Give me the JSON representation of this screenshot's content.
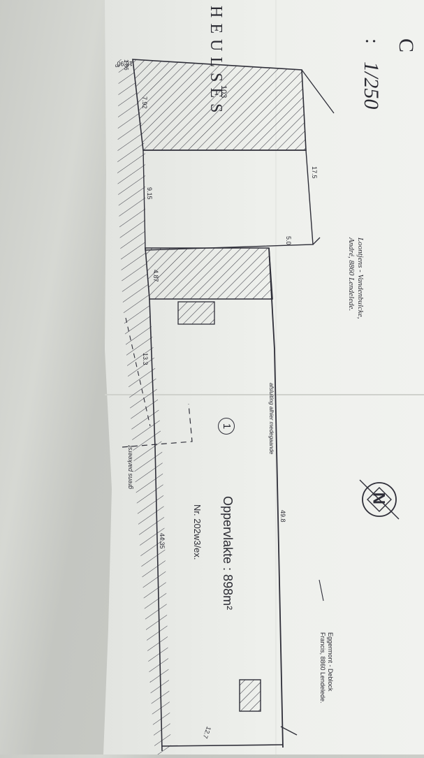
{
  "sheet": {
    "letter": "C",
    "scale_prefix": ":",
    "scale": "1/250",
    "street_name": "HEULSES",
    "owner_top": "Loontjens - Vandenbulcke,\nAndré, 8860 Lendelede.",
    "owner_bottom": "Eggermont - Deblock\nFrancis, 8860 Lendelede.",
    "parcel_number": "1",
    "area_label": "Oppervlakte : 898m²",
    "reference": "Nr. 202w3/ex.",
    "note_closing": "afsluiting alhier medegaande",
    "note_parking": "grens parkeerst"
  },
  "dimensions": {
    "d_16_90": "16.90",
    "d_103": "103",
    "d_17_5": "17.5",
    "d_5_0": "5.0",
    "d_1_86": "1.86",
    "d_3": "3",
    "d_7_92": "7.92",
    "d_9_15": "9.15",
    "d_4_87": "4.87",
    "d_13_3": "13.3",
    "d_49_8": "49.8",
    "d_44_35": "44.35",
    "d_12_7": "12.7"
  }
}
